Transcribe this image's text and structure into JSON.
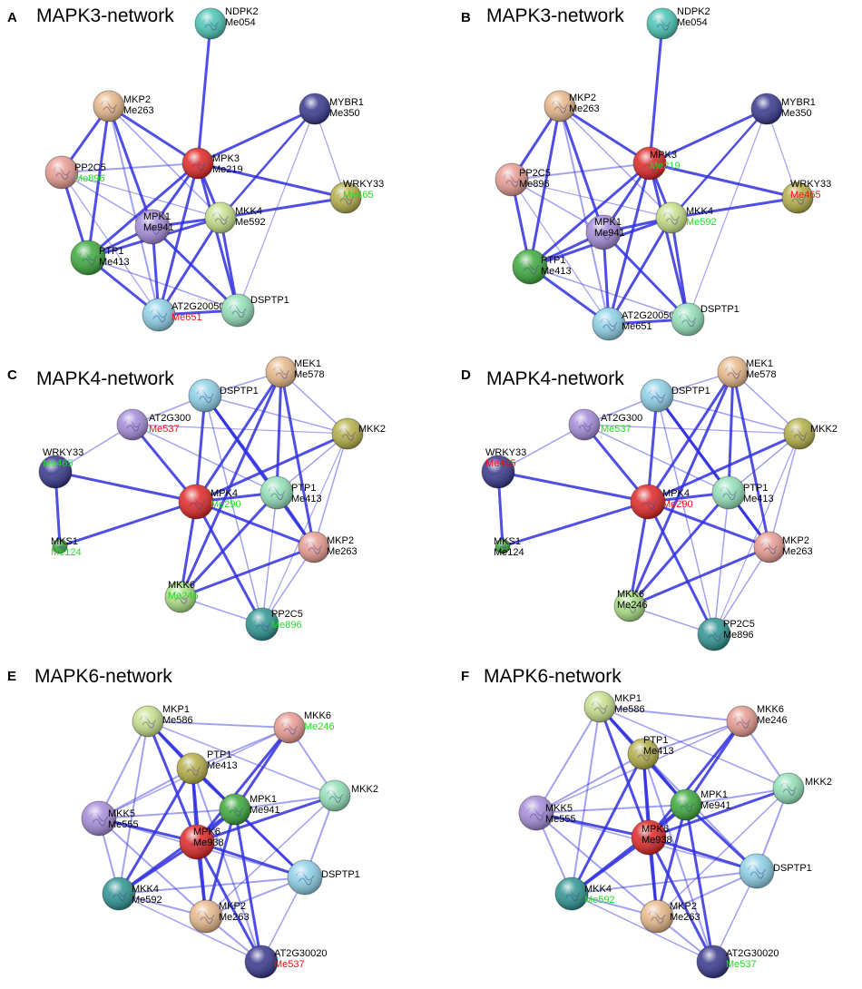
{
  "colors": {
    "edge": "#3030e0",
    "code_default": "#000000",
    "code_green": "#22dd22",
    "code_red": "#ee1111",
    "node_red": "#e02424",
    "node_cyan": "#47c4b4",
    "node_tan": "#e8b889",
    "node_navy": "#35358c",
    "node_salmon": "#e79a90",
    "node_olive": "#b4ae45",
    "node_lavender": "#a48ad8",
    "node_lime": "#c6e08a",
    "node_green": "#3aa83a",
    "node_lightblue": "#8cd0e8",
    "node_mint": "#92e0b8",
    "node_teal": "#2a9490",
    "node_sage": "#a8e080"
  },
  "panels": [
    {
      "letter": "A",
      "title": "MAPK3-network",
      "nodes": [
        {
          "id": "NDPK2",
          "name": "NDPK2",
          "code": "Me054",
          "code_color": "default",
          "color": "node_cyan",
          "r": 17,
          "icon": "protein-structure-icon"
        },
        {
          "id": "MKP2",
          "name": "MKP2",
          "code": "Me263",
          "code_color": "default",
          "color": "node_tan",
          "r": 17,
          "icon": "protein-structure-icon"
        },
        {
          "id": "MYBR1",
          "name": "MYBR1",
          "code": "Me350",
          "code_color": "default",
          "color": "node_navy",
          "r": 17,
          "icon": "protein-structure-icon"
        },
        {
          "id": "PP2C5",
          "name": "PP2C5",
          "code": "Me896",
          "code_color": "green",
          "color": "node_salmon",
          "r": 18,
          "icon": "protein-structure-icon"
        },
        {
          "id": "MPK3",
          "name": "MPK3",
          "code": "Me219",
          "code_color": "default",
          "color": "node_red",
          "r": 17,
          "icon": "protein-structure-icon"
        },
        {
          "id": "WRKY33",
          "name": "WRKY33",
          "code": "Me465",
          "code_color": "green",
          "color": "node_olive",
          "r": 17,
          "icon": "protein-structure-icon"
        },
        {
          "id": "MKK4",
          "name": "MKK4",
          "code": "Me592",
          "code_color": "default",
          "color": "node_lime",
          "r": 17,
          "icon": "protein-structure-icon"
        },
        {
          "id": "MPK1",
          "name": "MPK1",
          "code": "Me941",
          "code_color": "default",
          "color": "node_lavender",
          "r": 19,
          "icon": "protein-structure-icon"
        },
        {
          "id": "PTP1",
          "name": "PTP1",
          "code": "Me413",
          "code_color": "default",
          "color": "node_green",
          "r": 19,
          "icon": "protein-structure-icon"
        },
        {
          "id": "AT2G",
          "name": "AT2G20050",
          "code": "Me651",
          "code_color": "red",
          "color": "node_lightblue",
          "r": 18,
          "icon": "protein-structure-icon"
        },
        {
          "id": "DSPTP1",
          "name": "DSPTP1",
          "code": "",
          "code_color": "default",
          "color": "node_mint",
          "r": 18,
          "icon": "protein-structure-icon"
        }
      ]
    },
    {
      "letter": "B",
      "title": "MAPK3-network",
      "nodes": [
        {
          "id": "NDPK2",
          "name": "NDPK2",
          "code": "Me054",
          "code_color": "default",
          "color": "node_cyan",
          "r": 17,
          "icon": "protein-structure-icon"
        },
        {
          "id": "MKP2",
          "name": "MKP2",
          "code": "Me263",
          "code_color": "default",
          "color": "node_tan",
          "r": 17,
          "icon": "protein-structure-icon"
        },
        {
          "id": "MYBR1",
          "name": "MYBR1",
          "code": "Me350",
          "code_color": "default",
          "color": "node_navy",
          "r": 17,
          "icon": "protein-structure-icon"
        },
        {
          "id": "PP2C5",
          "name": "PP2C5",
          "code": "Me896",
          "code_color": "default",
          "color": "node_salmon",
          "r": 18,
          "icon": "protein-structure-icon"
        },
        {
          "id": "MPK3",
          "name": "MPK3",
          "code": "Me219",
          "code_color": "green",
          "color": "node_red",
          "r": 18,
          "icon": "protein-structure-icon"
        },
        {
          "id": "WRKY33",
          "name": "WRKY33",
          "code": "Me465",
          "code_color": "red",
          "color": "node_olive",
          "r": 17,
          "icon": "protein-structure-icon"
        },
        {
          "id": "MKK4",
          "name": "MKK4",
          "code": "Me592",
          "code_color": "green",
          "color": "node_lime",
          "r": 17,
          "icon": "protein-structure-icon"
        },
        {
          "id": "MPK1",
          "name": "MPK1",
          "code": "Me941",
          "code_color": "default",
          "color": "node_lavender",
          "r": 19,
          "icon": "protein-structure-icon"
        },
        {
          "id": "PTP1",
          "name": "PTP1",
          "code": "Me413",
          "code_color": "default",
          "color": "node_green",
          "r": 19,
          "icon": "protein-structure-icon"
        },
        {
          "id": "AT2G",
          "name": "AT2G20050",
          "code": "Me651",
          "code_color": "default",
          "color": "node_lightblue",
          "r": 18,
          "icon": "protein-structure-icon"
        },
        {
          "id": "DSPTP1",
          "name": "DSPTP1",
          "code": "",
          "code_color": "default",
          "color": "node_mint",
          "r": 18,
          "icon": "protein-structure-icon"
        }
      ]
    },
    {
      "letter": "C",
      "title": "MAPK4-network",
      "nodes": [
        {
          "id": "MEK1",
          "name": "MEK1",
          "code": "Me578",
          "code_color": "default",
          "color": "node_tan",
          "r": 17,
          "icon": "protein-structure-icon"
        },
        {
          "id": "DSPTP1",
          "name": "DSPTP1",
          "code": "",
          "code_color": "default",
          "color": "node_lightblue",
          "r": 18,
          "icon": "protein-structure-icon"
        },
        {
          "id": "AT2G",
          "name": "AT2G300",
          "code": "Me537",
          "code_color": "red",
          "color": "node_lavender",
          "r": 17,
          "icon": "protein-structure-icon"
        },
        {
          "id": "MKK2",
          "name": "MKK2",
          "code": "",
          "code_color": "default",
          "color": "node_olive",
          "r": 17,
          "icon": "protein-structure-icon"
        },
        {
          "id": "WRKY33",
          "name": "WRKY33",
          "code": "Me465",
          "code_color": "green",
          "color": "node_navy",
          "r": 18,
          "icon": "protein-structure-icon"
        },
        {
          "id": "MPK4",
          "name": "MPK4",
          "code": "Me290",
          "code_color": "green",
          "color": "node_red",
          "r": 19,
          "icon": "protein-structure-icon"
        },
        {
          "id": "PTP1",
          "name": "PTP1",
          "code": "Me413",
          "code_color": "default",
          "color": "node_mint",
          "r": 18,
          "icon": "protein-structure-icon"
        },
        {
          "id": "MKS1",
          "name": "MKS1",
          "code": "Me124",
          "code_color": "green",
          "color": "node_green",
          "r": 8,
          "icon": "protein-structure-icon"
        },
        {
          "id": "MKP2",
          "name": "MKP2",
          "code": "Me263",
          "code_color": "default",
          "color": "node_salmon",
          "r": 17,
          "icon": "protein-structure-icon"
        },
        {
          "id": "MKK6",
          "name": "MKK6",
          "code": "Me246",
          "code_color": "green",
          "color": "node_sage",
          "r": 17,
          "icon": "protein-structure-icon"
        },
        {
          "id": "PP2C5",
          "name": "PP2C5",
          "code": "Me896",
          "code_color": "green",
          "color": "node_teal",
          "r": 18,
          "icon": "protein-structure-icon"
        }
      ]
    },
    {
      "letter": "D",
      "title": "MAPK4-network",
      "nodes": [
        {
          "id": "MEK1",
          "name": "MEK1",
          "code": "Me578",
          "code_color": "default",
          "color": "node_tan",
          "r": 17,
          "icon": "protein-structure-icon"
        },
        {
          "id": "DSPTP1",
          "name": "DSPTP1",
          "code": "",
          "code_color": "default",
          "color": "node_lightblue",
          "r": 18,
          "icon": "protein-structure-icon"
        },
        {
          "id": "AT2G",
          "name": "AT2G300",
          "code": "Me537",
          "code_color": "green",
          "color": "node_lavender",
          "r": 17,
          "icon": "protein-structure-icon"
        },
        {
          "id": "MKK2",
          "name": "MKK2",
          "code": "",
          "code_color": "default",
          "color": "node_olive",
          "r": 17,
          "icon": "protein-structure-icon"
        },
        {
          "id": "WRKY33",
          "name": "WRKY33",
          "code": "Me465",
          "code_color": "red",
          "color": "node_navy",
          "r": 18,
          "icon": "protein-structure-icon"
        },
        {
          "id": "MPK4",
          "name": "MPK4",
          "code": "Me290",
          "code_color": "red",
          "color": "node_red",
          "r": 19,
          "icon": "protein-structure-icon"
        },
        {
          "id": "PTP1",
          "name": "PTP1",
          "code": "Me413",
          "code_color": "default",
          "color": "node_mint",
          "r": 18,
          "icon": "protein-structure-icon"
        },
        {
          "id": "MKS1",
          "name": "MKS1",
          "code": "Me124",
          "code_color": "default",
          "color": "node_green",
          "r": 8,
          "icon": "protein-structure-icon"
        },
        {
          "id": "MKP2",
          "name": "MKP2",
          "code": "Me263",
          "code_color": "default",
          "color": "node_salmon",
          "r": 17,
          "icon": "protein-structure-icon"
        },
        {
          "id": "MKK6",
          "name": "MKK6",
          "code": "Me246",
          "code_color": "default",
          "color": "node_sage",
          "r": 17,
          "icon": "protein-structure-icon"
        },
        {
          "id": "PP2C5",
          "name": "PP2C5",
          "code": "Me896",
          "code_color": "default",
          "color": "node_teal",
          "r": 18,
          "icon": "protein-structure-icon"
        }
      ]
    },
    {
      "letter": "E",
      "title": "MAPK6-network",
      "nodes": [
        {
          "id": "MKP1",
          "name": "MKP1",
          "code": "Me586",
          "code_color": "default",
          "color": "node_lime",
          "r": 17,
          "icon": "protein-structure-icon"
        },
        {
          "id": "MKK6",
          "name": "MKK6",
          "code": "Me246",
          "code_color": "green",
          "color": "node_salmon",
          "r": 17,
          "icon": "protein-structure-icon"
        },
        {
          "id": "PTP1",
          "name": "PTP1",
          "code": "Me413",
          "code_color": "default",
          "color": "node_olive",
          "r": 17,
          "icon": "protein-structure-icon"
        },
        {
          "id": "MKK2",
          "name": "MKK2",
          "code": "",
          "code_color": "default",
          "color": "node_mint",
          "r": 17,
          "icon": "protein-structure-icon"
        },
        {
          "id": "MPK1",
          "name": "MPK1",
          "code": "Me941",
          "code_color": "default",
          "color": "node_green",
          "r": 17,
          "icon": "protein-structure-icon"
        },
        {
          "id": "MKK5",
          "name": "MKK5",
          "code": "Me555",
          "code_color": "default",
          "color": "node_lavender",
          "r": 19,
          "icon": "protein-structure-icon"
        },
        {
          "id": "MPK6",
          "name": "MPK6",
          "code": "Me938",
          "code_color": "default",
          "color": "node_red",
          "r": 19,
          "icon": "protein-structure-icon"
        },
        {
          "id": "DSPTP1",
          "name": "DSPTP1",
          "code": "",
          "code_color": "default",
          "color": "node_lightblue",
          "r": 19,
          "icon": "protein-structure-icon"
        },
        {
          "id": "MKK4",
          "name": "MKK4",
          "code": "Me592",
          "code_color": "default",
          "color": "node_teal",
          "r": 18,
          "icon": "protein-structure-icon"
        },
        {
          "id": "MKP2",
          "name": "MKP2",
          "code": "Me263",
          "code_color": "default",
          "color": "node_tan",
          "r": 18,
          "icon": "protein-structure-icon"
        },
        {
          "id": "AT2G",
          "name": "AT2G30020",
          "code": "Me537",
          "code_color": "red",
          "color": "node_navy",
          "r": 18,
          "icon": "protein-structure-icon"
        }
      ]
    },
    {
      "letter": "F",
      "title": "MAPK6-network",
      "nodes": [
        {
          "id": "MKP1",
          "name": "MKP1",
          "code": "Me586",
          "code_color": "default",
          "color": "node_lime",
          "r": 17,
          "icon": "protein-structure-icon"
        },
        {
          "id": "MKK6",
          "name": "MKK6",
          "code": "Me246",
          "code_color": "default",
          "color": "node_salmon",
          "r": 17,
          "icon": "protein-structure-icon"
        },
        {
          "id": "PTP1",
          "name": "PTP1",
          "code": "Me413",
          "code_color": "default",
          "color": "node_olive",
          "r": 17,
          "icon": "protein-structure-icon"
        },
        {
          "id": "MKK2",
          "name": "MKK2",
          "code": "",
          "code_color": "default",
          "color": "node_mint",
          "r": 17,
          "icon": "protein-structure-icon"
        },
        {
          "id": "MPK1",
          "name": "MPK1",
          "code": "Me941",
          "code_color": "default",
          "color": "node_green",
          "r": 17,
          "icon": "protein-structure-icon"
        },
        {
          "id": "MKK5",
          "name": "MKK5",
          "code": "Me555",
          "code_color": "default",
          "color": "node_lavender",
          "r": 19,
          "icon": "protein-structure-icon"
        },
        {
          "id": "MPK6",
          "name": "MPK6",
          "code": "Me938",
          "code_color": "default",
          "color": "node_red",
          "r": 19,
          "icon": "protein-structure-icon"
        },
        {
          "id": "DSPTP1",
          "name": "DSPTP1",
          "code": "",
          "code_color": "default",
          "color": "node_lightblue",
          "r": 19,
          "icon": "protein-structure-icon"
        },
        {
          "id": "MKK4",
          "name": "MKK4",
          "code": "Me592",
          "code_color": "green",
          "color": "node_teal",
          "r": 18,
          "icon": "protein-structure-icon"
        },
        {
          "id": "MKP2",
          "name": "MKP2",
          "code": "Me263",
          "code_color": "default",
          "color": "node_tan",
          "r": 18,
          "icon": "protein-structure-icon"
        },
        {
          "id": "AT2G",
          "name": "AT2G30020",
          "code": "Me537",
          "code_color": "green",
          "color": "node_navy",
          "r": 18,
          "icon": "protein-structure-icon"
        }
      ]
    }
  ]
}
